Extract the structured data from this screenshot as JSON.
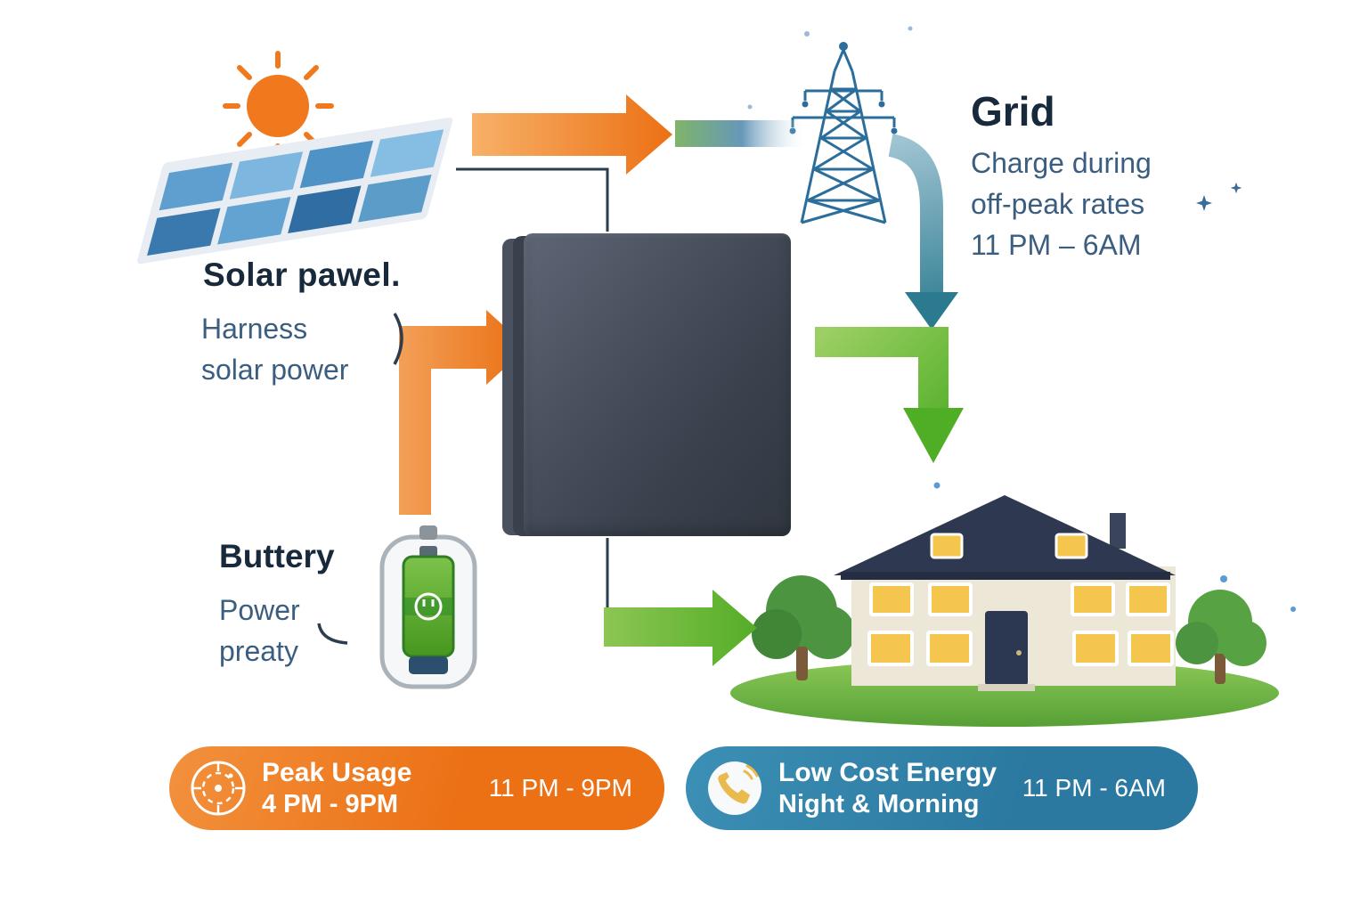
{
  "solar": {
    "title": "Solar pawel.",
    "subtitle1": "Harness",
    "subtitle2": "solar power"
  },
  "grid": {
    "title": "Grid",
    "desc1": "Charge during",
    "desc2": "off-peak rates",
    "desc3": "11 PM – 6AM"
  },
  "battery": {
    "title": "Buttery",
    "subtitle1": "Power",
    "subtitle2": "preaty"
  },
  "badges": {
    "peak": {
      "title": "Peak Usage",
      "time": "4 PM - 9PM",
      "right_time": "11 PM - 9PM"
    },
    "low_cost": {
      "title": "Low Cost Energy",
      "subtitle": "Night & Morning",
      "right_time": "11 PM - 6AM"
    }
  },
  "icons": {
    "sun": "sun-icon",
    "solar_panel": "solar-panel-icon",
    "transmission_tower": "transmission-tower-icon",
    "battery_unit": "battery-unit-illustration",
    "battery_cell": "battery-cell-icon",
    "house": "house-icon",
    "peak_badge": "radar-target-icon",
    "low_cost_badge": "phone-icon"
  },
  "colors": {
    "orange": "#EC7014",
    "green": "#54AD27",
    "teal": "#2B7A90",
    "grid_blue": "#2C6E9B",
    "badge_blue": "#2F84AD",
    "heading_text": "#17293B",
    "body_text": "#3B5E80"
  }
}
